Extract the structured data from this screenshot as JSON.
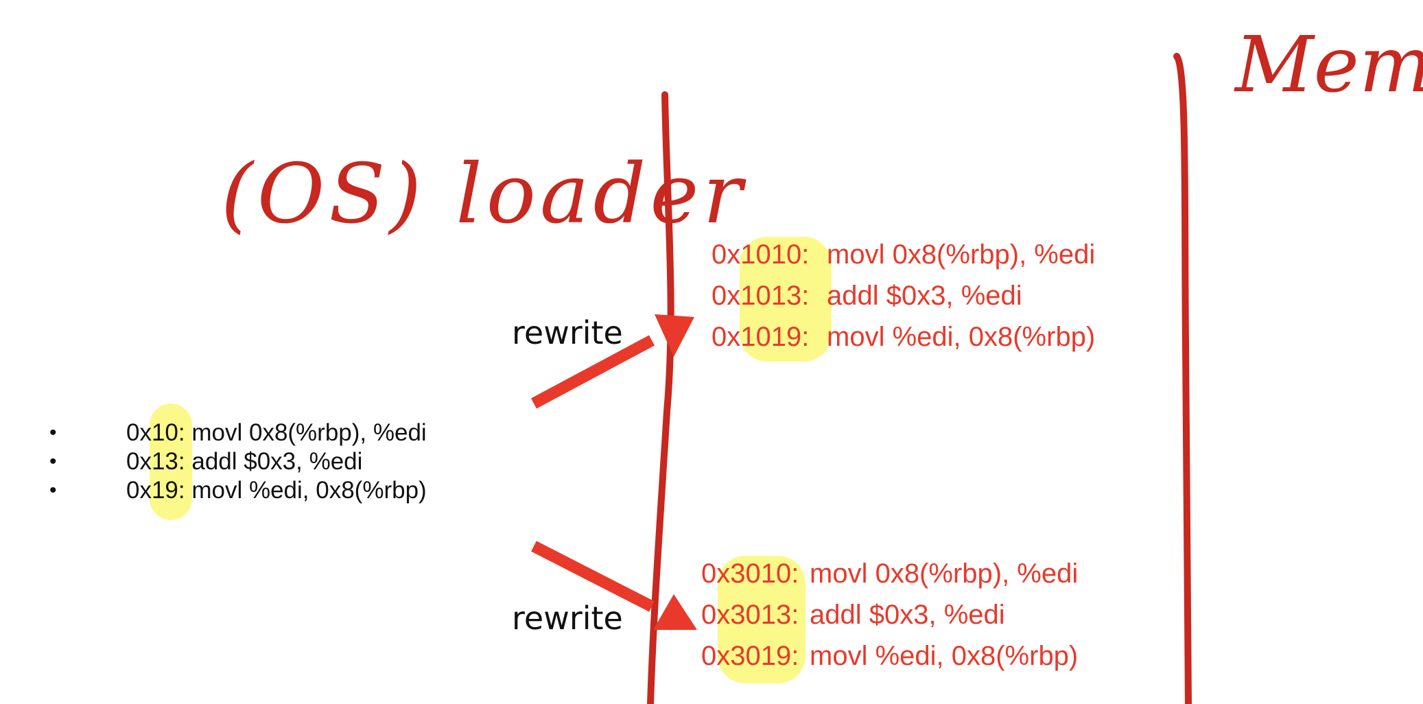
{
  "title_handwritten": "(OS) loader",
  "mem_label_handwritten": "Mem",
  "arrow_label_top": "rewrite",
  "arrow_label_bottom": "rewrite",
  "source_code": [
    {
      "bullet": "•",
      "addr": "0x10",
      "instr": ": movl  0x8(%rbp), %edi"
    },
    {
      "bullet": "•",
      "addr": "0x13",
      "instr": ": addl   $0x3, %edi"
    },
    {
      "bullet": "•",
      "addr": "0x19",
      "instr": ": movl  %edi, 0x8(%rbp)"
    }
  ],
  "memory_block_1": [
    {
      "addr": "0x1010:",
      "instr": "movl 0x8(%rbp), %edi"
    },
    {
      "addr": "0x1013:",
      "instr": "addl  $0x3, %edi"
    },
    {
      "addr": "0x1019:",
      "instr": "movl %edi, 0x8(%rbp)"
    }
  ],
  "memory_block_2": [
    {
      "addr": "0x3010:",
      "instr": "movl 0x8(%rbp), %edi"
    },
    {
      "addr": "0x3013:",
      "instr": "addl  $0x3, %edi"
    },
    {
      "addr": "0x3019:",
      "instr": "movl %edi, 0x8(%rbp)"
    }
  ],
  "colors": {
    "ink_red": "#c7281f",
    "arrow_red": "#e8392a",
    "highlight": "#fbf98a",
    "text": "#111111"
  }
}
